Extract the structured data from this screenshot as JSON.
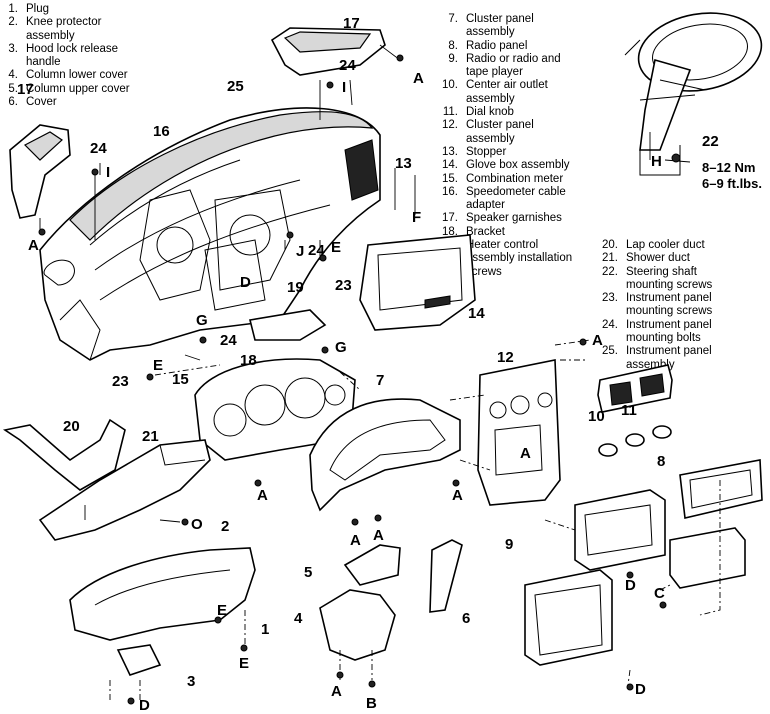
{
  "legend_left": [
    {
      "num": "1.",
      "text": "Plug"
    },
    {
      "num": "2.",
      "text": "Knee protector\nassembly"
    },
    {
      "num": "3.",
      "text": "Hood lock release\nhandle"
    },
    {
      "num": "4.",
      "text": "Column lower cover"
    },
    {
      "num": "5.",
      "text": "Column upper cover"
    },
    {
      "num": "6.",
      "text": "Cover"
    }
  ],
  "legend_middle": [
    {
      "num": "7.",
      "text": "Cluster panel\nassembly"
    },
    {
      "num": "8.",
      "text": "Radio panel"
    },
    {
      "num": "9.",
      "text": "Radio or radio and\ntape player"
    },
    {
      "num": "10.",
      "text": "Center air outlet\nassembly"
    },
    {
      "num": "11.",
      "text": "Dial knob"
    },
    {
      "num": "12.",
      "text": "Cluster panel\nassembly"
    },
    {
      "num": "13.",
      "text": "Stopper"
    },
    {
      "num": "14.",
      "text": "Glove box assembly"
    },
    {
      "num": "15.",
      "text": "Combination meter"
    },
    {
      "num": "16.",
      "text": "Speedometer cable\nadapter"
    },
    {
      "num": "17.",
      "text": "Speaker garnishes"
    },
    {
      "num": "18.",
      "text": "Bracket"
    },
    {
      "num": "19.",
      "text": "Heater control\nassembly installation\nscrews"
    }
  ],
  "legend_right": [
    {
      "num": "20.",
      "text": "Lap cooler duct"
    },
    {
      "num": "21.",
      "text": "Shower duct"
    },
    {
      "num": "22.",
      "text": "Steering shaft\nmounting screws"
    },
    {
      "num": "23.",
      "text": "Instrument panel\nmounting screws"
    },
    {
      "num": "24.",
      "text": "Instrument panel\nmounting bolts"
    },
    {
      "num": "25.",
      "text": "Instrument panel\nassembly"
    }
  ],
  "torque_spec": {
    "nm": "8–12 Nm",
    "ftlbs": "6–9 ft.lbs."
  },
  "callouts": {
    "n1": "1",
    "n2": "2",
    "n3": "3",
    "n4": "4",
    "n5": "5",
    "n6": "6",
    "n7": "7",
    "n8": "8",
    "n9": "9",
    "n10": "10",
    "n11": "11",
    "n12": "12",
    "n13": "13",
    "n14": "14",
    "n15": "15",
    "n16": "16",
    "n17": "17",
    "n18": "18",
    "n19": "19",
    "n20": "20",
    "n21": "21",
    "n22": "22",
    "n23": "23",
    "n24": "24",
    "n25": "25",
    "A": "A",
    "B": "B",
    "C": "C",
    "D": "D",
    "E": "E",
    "F": "F",
    "G": "G",
    "H": "H",
    "I": "I",
    "J": "J",
    "O": "O"
  }
}
